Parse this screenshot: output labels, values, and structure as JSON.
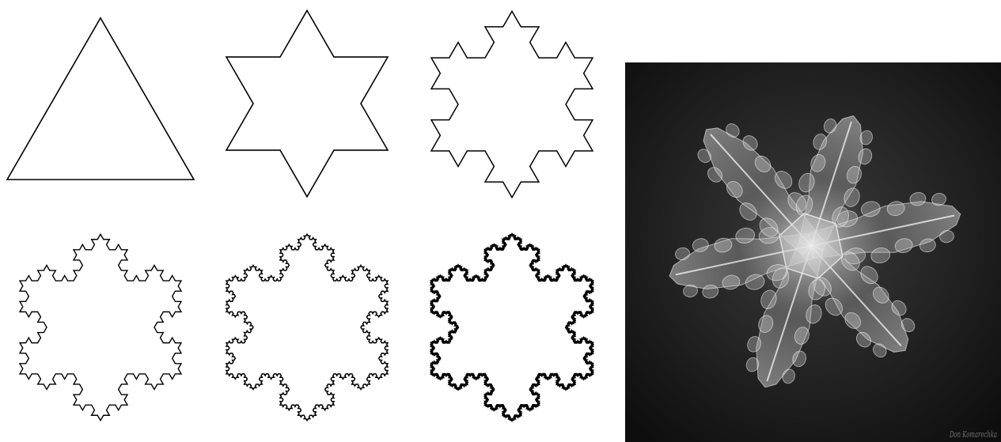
{
  "diagram": {
    "subject": "koch-snowflake-iterations",
    "iterations": [
      0,
      1,
      2,
      3,
      4,
      5
    ],
    "line_color": "#000000",
    "background_color": "#ffffff"
  },
  "photo": {
    "subject": "snowflake-crystal-photo",
    "background_color": "#1a1a1a",
    "crystal_color": "#e6e6e6",
    "signature": "Don Komarechka"
  }
}
